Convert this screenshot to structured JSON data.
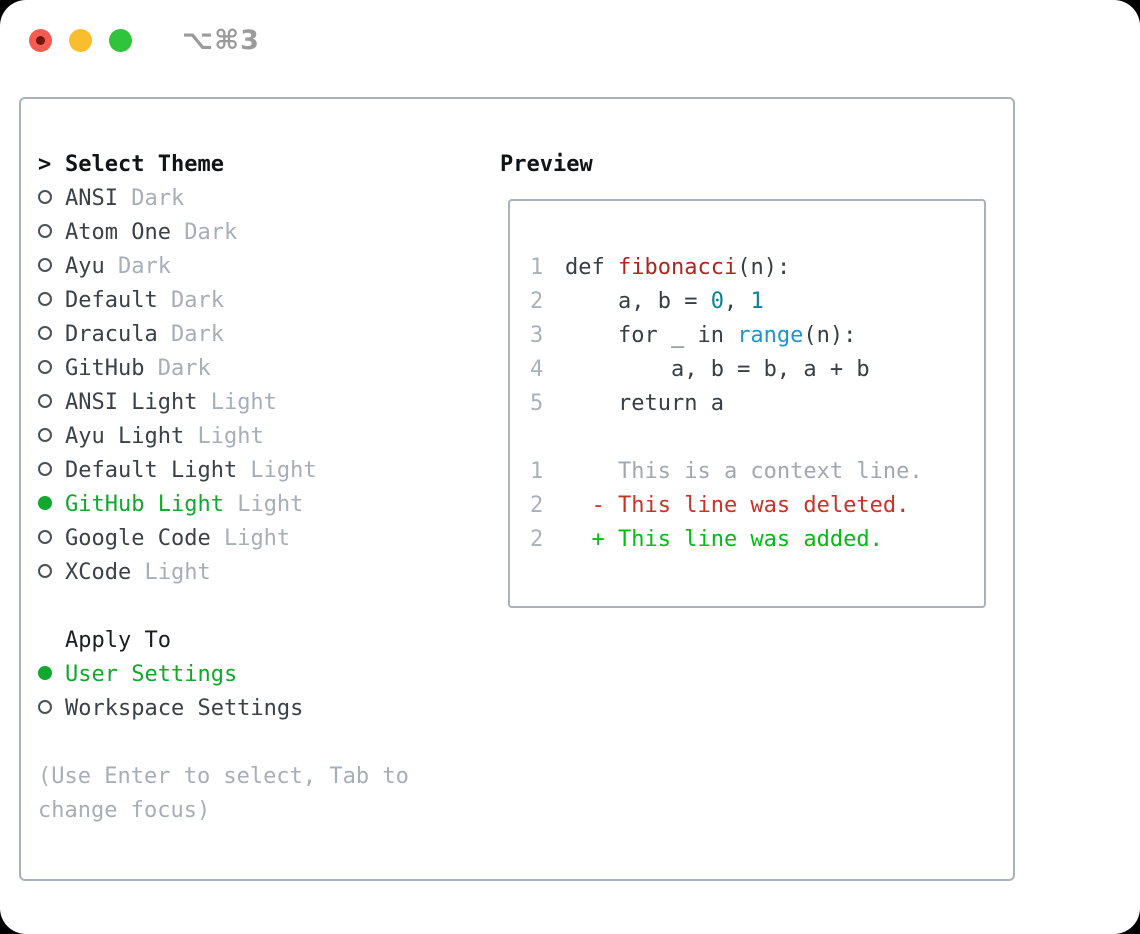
{
  "window": {
    "title_shortcut": "⌥⌘3",
    "traffic_lights": [
      "close",
      "minimize",
      "maximize"
    ]
  },
  "colors": {
    "selected_green": "#12a72e",
    "added_green": "#00bd10",
    "deleted_red": "#c93227",
    "function_red": "#af2420",
    "number_teal": "#0d8391",
    "builtin_blue": "#1b96d2",
    "muted_gray": "#a6aeb8",
    "text_dark": "#3a4147",
    "panel_border": "#a9b1ba",
    "light_close": "#f45c52",
    "light_minimize": "#f9bd2e",
    "light_maximize": "#2fc43c"
  },
  "theme_list": {
    "header": {
      "prefix": ">",
      "label": "Select Theme"
    },
    "items": [
      {
        "slug": "ansi-dark",
        "name": "ANSI",
        "variant": " Dark",
        "selected": false
      },
      {
        "slug": "atom-one-dark",
        "name": "Atom One",
        "variant": " Dark",
        "selected": false
      },
      {
        "slug": "ayu-dark",
        "name": "Ayu",
        "variant": " Dark",
        "selected": false
      },
      {
        "slug": "default-dark",
        "name": "Default",
        "variant": " Dark",
        "selected": false
      },
      {
        "slug": "dracula-dark",
        "name": "Dracula",
        "variant": " Dark",
        "selected": false
      },
      {
        "slug": "github-dark",
        "name": "GitHub",
        "variant": " Dark",
        "selected": false
      },
      {
        "slug": "ansi-light",
        "name": "ANSI Light",
        "variant": " Light",
        "selected": false
      },
      {
        "slug": "ayu-light",
        "name": "Ayu Light",
        "variant": " Light",
        "selected": false
      },
      {
        "slug": "default-light",
        "name": "Default Light",
        "variant": " Light",
        "selected": false
      },
      {
        "slug": "github-light",
        "name": "GitHub Light",
        "variant": " Light",
        "selected": true
      },
      {
        "slug": "google-code",
        "name": "Google Code",
        "variant": " Light",
        "selected": false
      },
      {
        "slug": "xcode",
        "name": "XCode",
        "variant": " Light",
        "selected": false
      }
    ]
  },
  "apply_to": {
    "header": "Apply To",
    "options": [
      {
        "slug": "user-settings",
        "label": "User Settings",
        "selected": true
      },
      {
        "slug": "workspace-settings",
        "label": "Workspace Settings",
        "selected": false
      }
    ]
  },
  "hint": {
    "line1": "(Use Enter to select, Tab to",
    "line2": "change focus)"
  },
  "preview": {
    "title": "Preview",
    "code_lines": [
      {
        "num": "1",
        "segments": [
          {
            "text": "def ",
            "style": "code"
          },
          {
            "text": "fibonacci",
            "style": "function"
          },
          {
            "text": "(n):",
            "style": "code"
          }
        ]
      },
      {
        "num": "2",
        "segments": [
          {
            "text": "    a, b = ",
            "style": "code"
          },
          {
            "text": "0",
            "style": "number"
          },
          {
            "text": ", ",
            "style": "code"
          },
          {
            "text": "1",
            "style": "number"
          }
        ]
      },
      {
        "num": "3",
        "segments": [
          {
            "text": "    for _ in ",
            "style": "code"
          },
          {
            "text": "range",
            "style": "builtin"
          },
          {
            "text": "(n):",
            "style": "code"
          }
        ]
      },
      {
        "num": "4",
        "segments": [
          {
            "text": "        a, b = b, a + b",
            "style": "code"
          }
        ]
      },
      {
        "num": "5",
        "segments": [
          {
            "text": "    return a",
            "style": "code"
          }
        ]
      },
      {
        "num": "",
        "segments": []
      },
      {
        "num": "1",
        "segments": [
          {
            "text": "    This is a context line.",
            "style": "context"
          }
        ]
      },
      {
        "num": "2",
        "segments": [
          {
            "text": "  - This line was deleted.",
            "style": "deleted"
          }
        ]
      },
      {
        "num": "2",
        "segments": [
          {
            "text": "  + This line was added.",
            "style": "added"
          }
        ]
      }
    ]
  }
}
